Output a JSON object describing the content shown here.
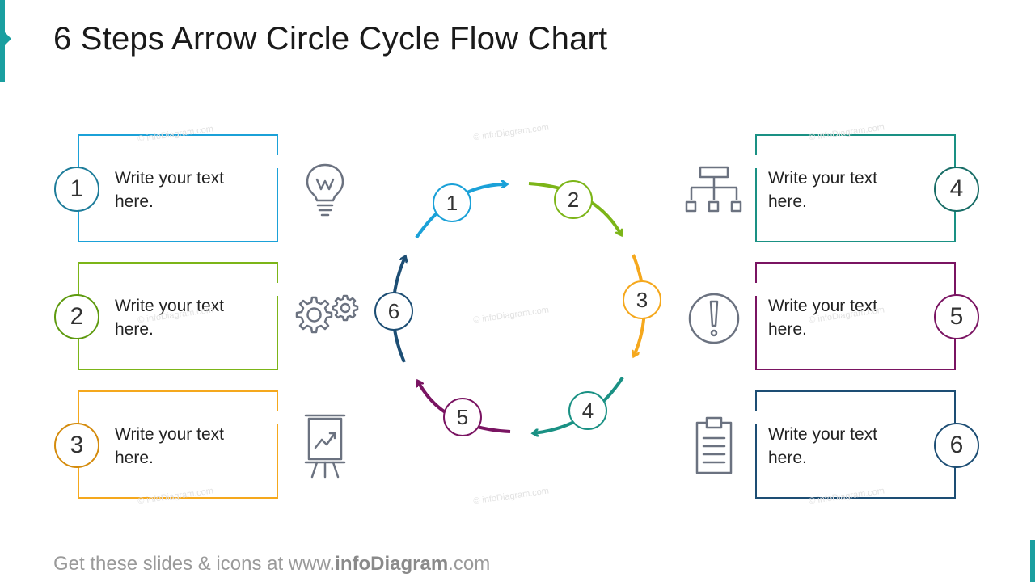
{
  "title": "6 Steps Arrow Circle Cycle Flow Chart",
  "footer": {
    "prefix": "Get these slides & icons at www.",
    "brand": "infoDiagram",
    "suffix": ".com"
  },
  "watermark": "© infoDiagram.com",
  "colors": {
    "accent": "#1a9fa0",
    "step1": "#1ba1d8",
    "step2": "#7cb518",
    "step3": "#f5a81d",
    "step4": "#1a9184",
    "step5": "#7a1462",
    "step6": "#1d4e74",
    "icon": "#6b7280"
  },
  "steps": [
    {
      "number": "1",
      "text_line1": "Write your text",
      "text_line2": "here.",
      "icon": "lightbulb-icon"
    },
    {
      "number": "2",
      "text_line1": "Write your text",
      "text_line2": "here.",
      "icon": "gears-icon"
    },
    {
      "number": "3",
      "text_line1": "Write your text",
      "text_line2": "here.",
      "icon": "presentation-board-icon"
    },
    {
      "number": "4",
      "text_line1": "Write your text",
      "text_line2": "here.",
      "icon": "org-chart-icon"
    },
    {
      "number": "5",
      "text_line1": "Write your text",
      "text_line2": "here.",
      "icon": "exclamation-icon"
    },
    {
      "number": "6",
      "text_line1": "Write your text",
      "text_line2": "here.",
      "icon": "clipboard-icon"
    }
  ]
}
